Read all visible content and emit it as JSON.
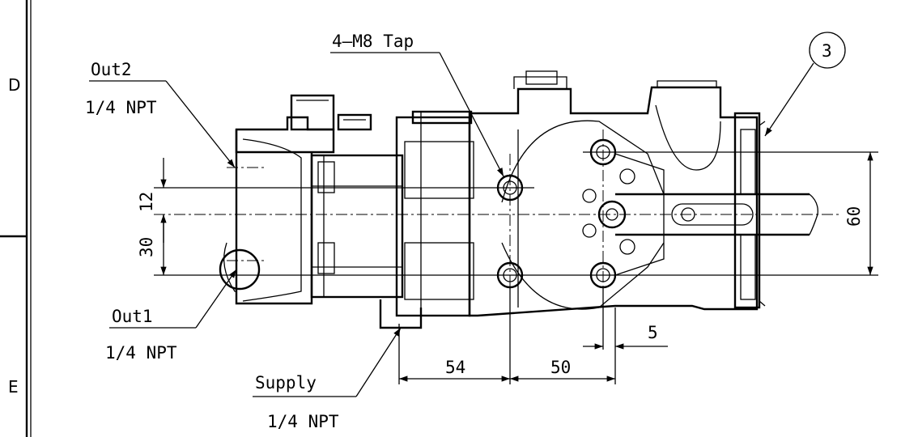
{
  "zones": {
    "d": "D",
    "e": "E"
  },
  "callouts": {
    "tap": "4–M8 Tap",
    "out2": "Out2",
    "out2_spec": "1/4 NPT",
    "out1": "Out1",
    "out1_spec": "1/4 NPT",
    "supply": "Supply",
    "supply_spec": "1/4 NPT",
    "balloon": "3"
  },
  "dimensions": {
    "d12": "12",
    "d30": "30",
    "d60": "60",
    "d54": "54",
    "d50": "50",
    "d5": "5"
  }
}
